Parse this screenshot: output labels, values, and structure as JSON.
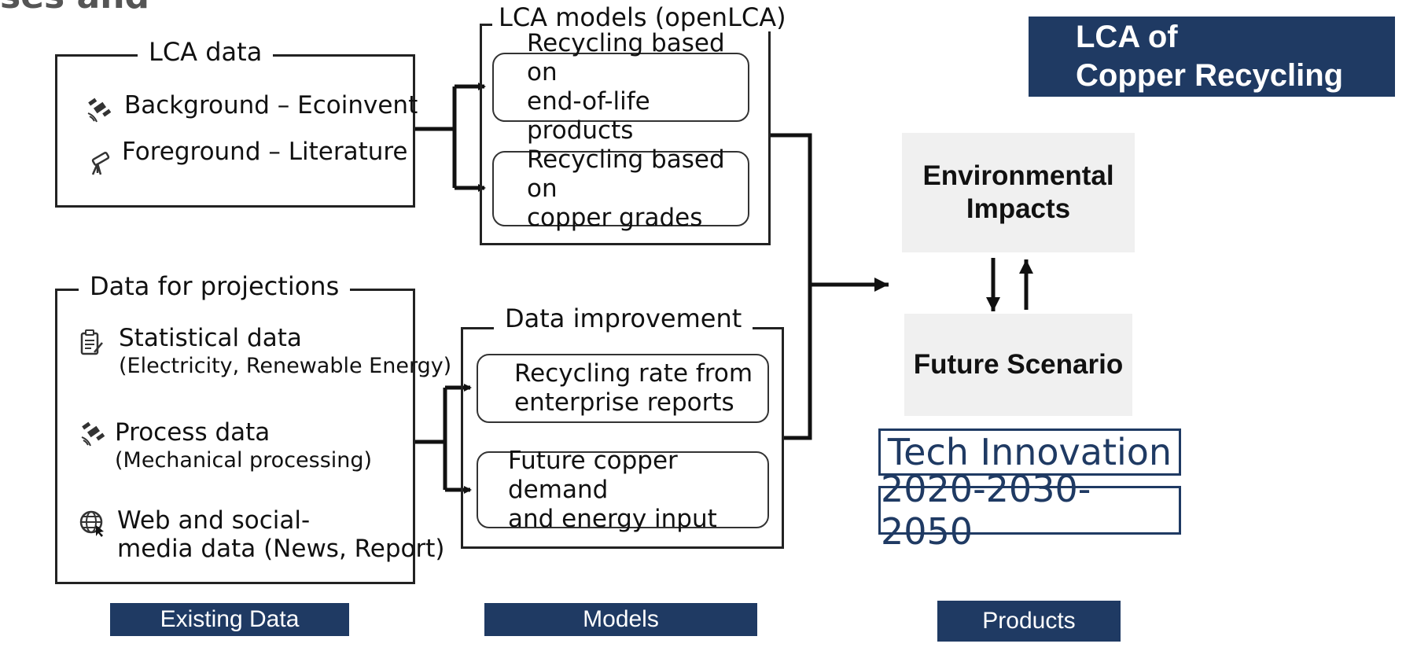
{
  "page_title_fragment": "ses and Data",
  "title_box": {
    "line1": "LCA of",
    "line2": "Copper Recycling"
  },
  "lca_data": {
    "title": "LCA data",
    "items": [
      {
        "icon": "satellite-icon",
        "text": "Background – Ecoinvent"
      },
      {
        "icon": "telescope-icon",
        "text": "Foreground – Literature"
      }
    ]
  },
  "projections": {
    "title": "Data for projections",
    "items": [
      {
        "icon": "clipboard-icon",
        "line1": "Statistical data",
        "line2": "(Electricity, Renewable Energy)"
      },
      {
        "icon": "satellite-icon",
        "line1": "Process data",
        "line2": "(Mechanical processing)"
      },
      {
        "icon": "globe-cursor-icon",
        "line1": "Web and social-",
        "line2": "media data (News, Report)"
      }
    ]
  },
  "lca_models": {
    "title": "LCA models (openLCA)",
    "boxes": [
      {
        "line1": "Recycling based on",
        "line2": "end-of-life products"
      },
      {
        "line1": "Recycling based on",
        "line2": "copper grades"
      }
    ]
  },
  "data_improvement": {
    "title": "Data improvement",
    "boxes": [
      {
        "line1": "Recycling rate from",
        "line2": "enterprise reports"
      },
      {
        "line1": "Future copper demand",
        "line2": "and energy input"
      }
    ]
  },
  "products": {
    "environmental": {
      "line1": "Environmental",
      "line2": "Impacts"
    },
    "future": "Future Scenario",
    "tech": "Tech Innovation",
    "years": "2020-2030-2050"
  },
  "footer": {
    "existing": "Existing Data",
    "models": "Models",
    "products": "Products"
  },
  "colors": {
    "navy": "#1f3a63",
    "grey": "#f0f0f0",
    "line": "#111111"
  }
}
